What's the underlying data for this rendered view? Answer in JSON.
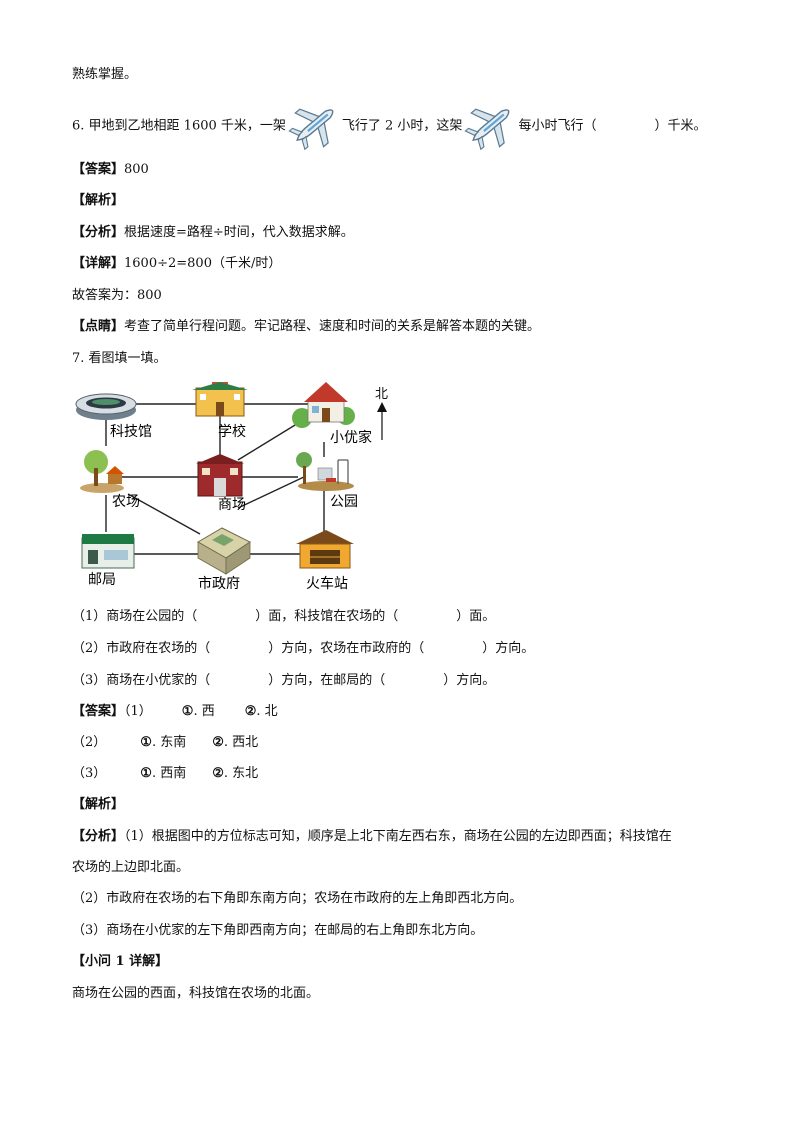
{
  "intro_tail": "熟练掌握。",
  "q6": {
    "prefix": "6. 甲地到乙地相距 1600 千米，一架",
    "middle": "飞行了 2 小时，这架",
    "suffix_a": "每小时飞行（",
    "suffix_b": "）千米。",
    "answer_tag": "【答案】",
    "answer": "800",
    "analysis_tag": "【解析】",
    "fenxi_tag": "【分析】",
    "fenxi": "根据速度=路程÷时间，代入数据求解。",
    "xiangjie_tag": "【详解】",
    "xiangjie": "1600÷2=800（千米/时）",
    "final": "故答案为：800",
    "dianjing_tag": "【点睛】",
    "dianjing": "考查了简单行程问题。牢记路程、速度和时间的关系是解答本题的关键。"
  },
  "q7": {
    "title": "7. 看图填一填。",
    "map": {
      "north_label": "北",
      "places": {
        "kejiguan": "科技馆",
        "xuexiao": "学校",
        "xiaoyoujia": "小优家",
        "nongchang": "农场",
        "shangchang": "商场",
        "gongyuan": "公园",
        "youju": "邮局",
        "shizhengfu": "市政府",
        "huochezhan": "火车站"
      }
    },
    "questions": [
      {
        "a": "（1）商场在公园的（",
        "b": "）面，科技馆在农场的（",
        "c": "）面。"
      },
      {
        "a": "（2）市政府在农场的（",
        "b": "）方向，农场在市政府的（",
        "c": "）方向。"
      },
      {
        "a": "（3）商场在小优家的（",
        "b": "）方向，在邮局的（",
        "c": "）方向。"
      }
    ],
    "answer_tag": "【答案】",
    "answers": [
      {
        "num": "（1）",
        "c1": "①",
        "v1": ". 西",
        "c2": "②",
        "v2": ". 北"
      },
      {
        "num": "（2）",
        "c1": "①",
        "v1": ". 东南",
        "c2": "②",
        "v2": ". 西北"
      },
      {
        "num": "（3）",
        "c1": "①",
        "v1": ". 西南",
        "c2": "②",
        "v2": ". 东北"
      }
    ],
    "analysis_tag": "【解析】",
    "fenxi_tag": "【分析】",
    "fenxi_1a": "（1）根据图中的方位标志可知，顺序是上北下南左西右东，商场在公园的左边即西面；科技馆在",
    "fenxi_1b": "农场的上边即北面。",
    "fenxi_2": "（2）市政府在农场的右下角即东南方向；农场在市政府的左上角即西北方向。",
    "fenxi_3": "（3）商场在小优家的左下角即西南方向；在邮局的右上角即东北方向。",
    "sub1_tag": "【小问 1 详解】",
    "sub1": "商场在公园的西面，科技馆在农场的北面。"
  }
}
